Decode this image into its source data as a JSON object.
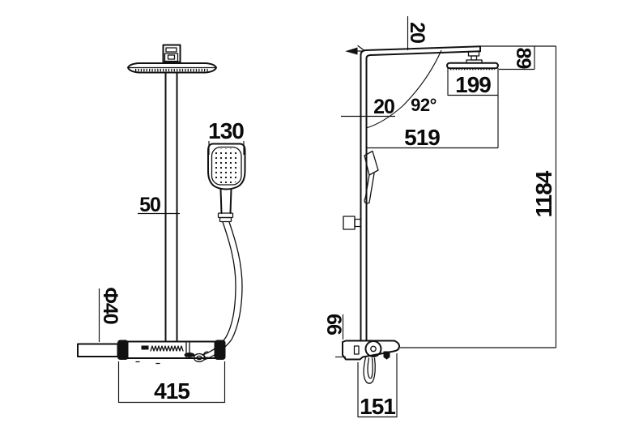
{
  "drawing": {
    "background": "#ffffff",
    "line_color": "#111111",
    "front_view": {
      "name": "front-view",
      "dims": {
        "hand_shower_width": "130",
        "riser_pipe_width": "50",
        "inlet_diameter": "Φ40",
        "valve_length": "415"
      }
    },
    "side_view": {
      "name": "side-view",
      "dims": {
        "arm_height": "20",
        "head_drop": "89",
        "head_width": "199",
        "pipe_depth": "20",
        "arm_angle": "92°",
        "arm_reach": "519",
        "overall_height": "1184",
        "valve_height": "66",
        "valve_depth": "151"
      }
    }
  }
}
